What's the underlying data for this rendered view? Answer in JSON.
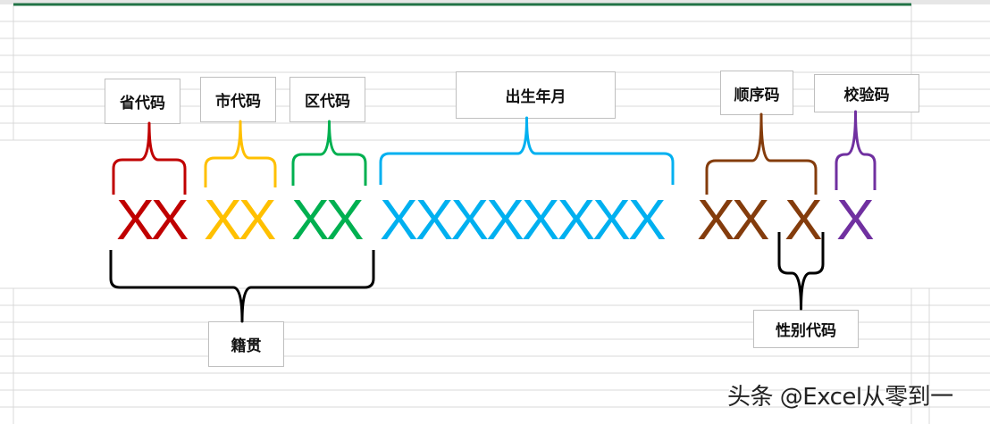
{
  "labels": {
    "province": "省代码",
    "city": "市代码",
    "district": "区代码",
    "birth": "出生年月",
    "sequence": "顺序码",
    "check": "校验码",
    "native_place": "籍贯",
    "gender": "性别代码"
  },
  "codes": {
    "province": "XX",
    "city": "XX",
    "district": "XX",
    "birth": "XXXXXXXX",
    "sequence": "XX",
    "gender": "X",
    "check": "X"
  },
  "colors": {
    "province": "#c00000",
    "city": "#ffc000",
    "district": "#00b050",
    "birth": "#00b0f0",
    "sequence": "#843c0c",
    "check": "#7030a0",
    "bracket": "#000000",
    "header_border": "#217346"
  },
  "watermark": "头条 @Excel从零到一"
}
